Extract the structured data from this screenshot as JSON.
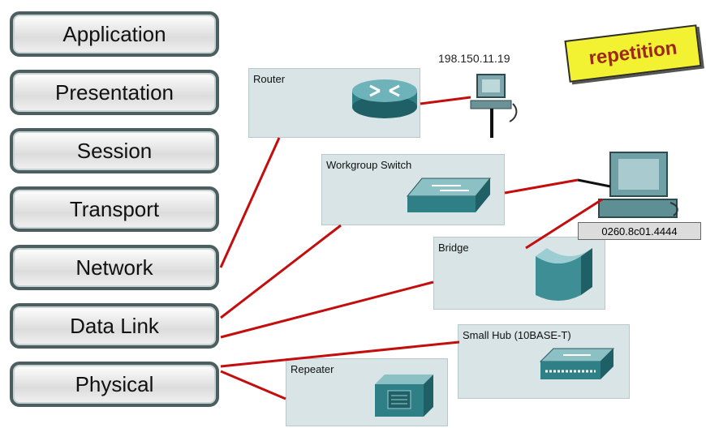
{
  "osi_layers": [
    "Application",
    "Presentation",
    "Session",
    "Transport",
    "Network",
    "Data Link",
    "Physical"
  ],
  "devices": {
    "router": "Router",
    "switch": "Workgroup Switch",
    "bridge": "Bridge",
    "hub": "Small Hub (10BASE-T)",
    "repeater": "Repeater"
  },
  "ip_address": "198.150.11.19",
  "mac_address": "0260.8c01.4444",
  "badge": "repetition",
  "colors": {
    "link": "#c40d0d",
    "panel": "#d8e4e6",
    "badge": "#f2f232"
  }
}
